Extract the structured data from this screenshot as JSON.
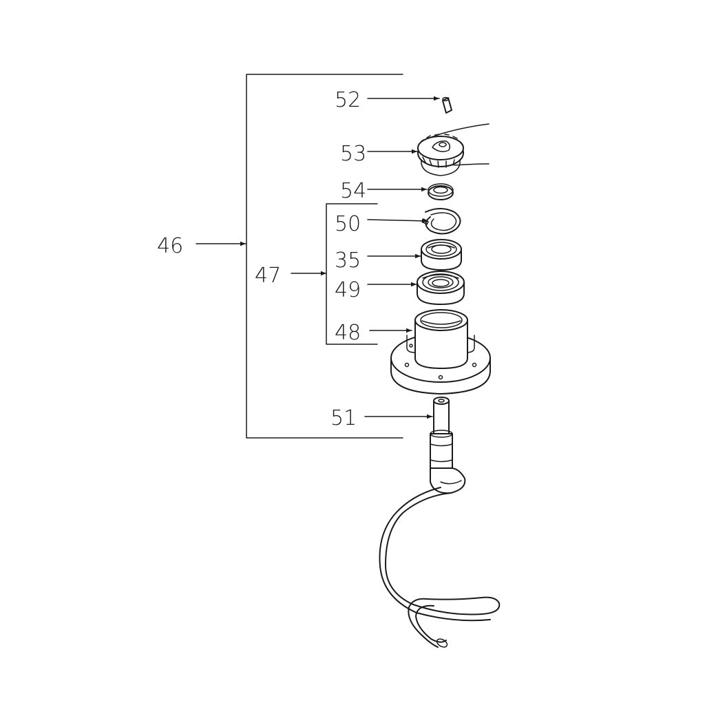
{
  "labels": {
    "l46": "46",
    "l47": "47",
    "l52": "52",
    "l53": "53",
    "l54": "54",
    "l50": "50",
    "l35": "35",
    "l49": "49",
    "l48": "48",
    "l51": "51"
  }
}
